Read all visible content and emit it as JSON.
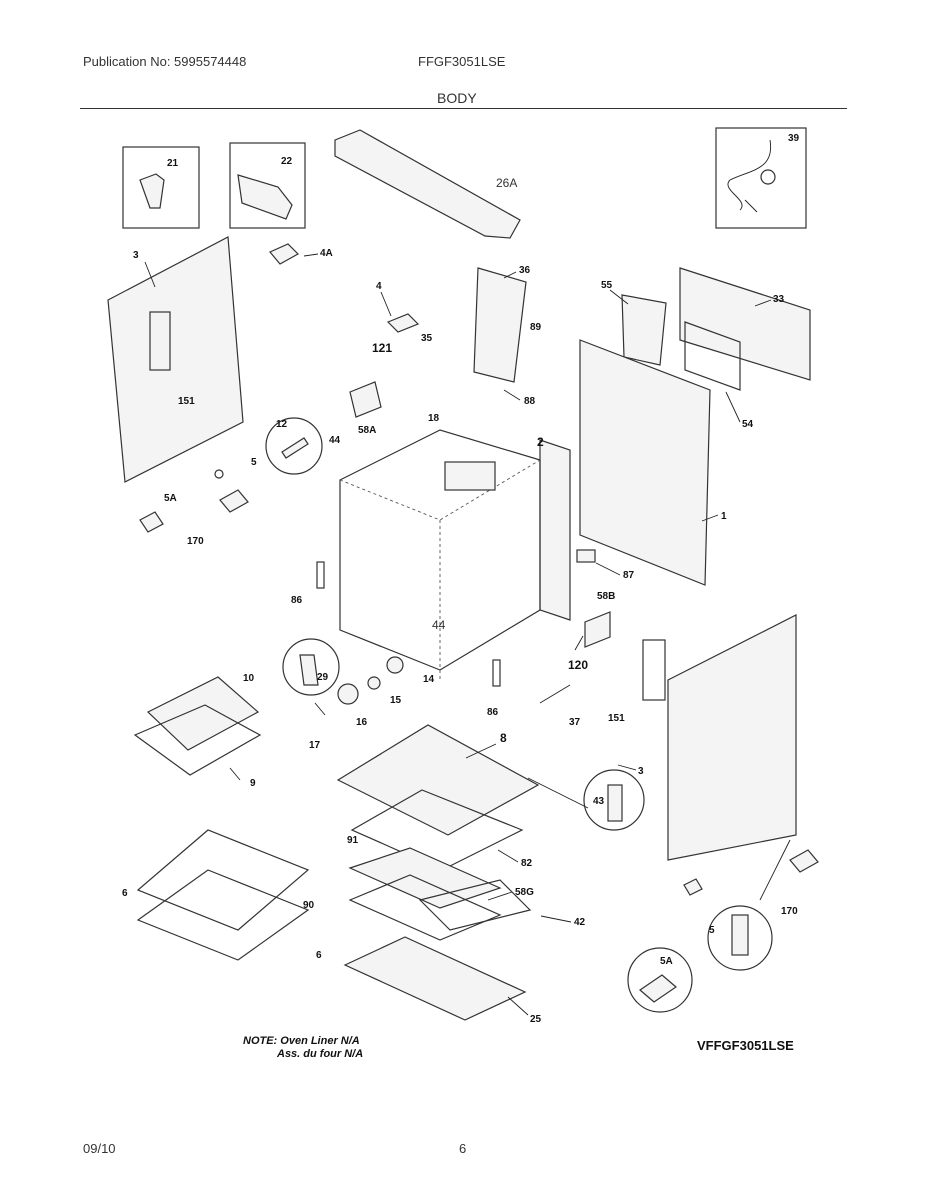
{
  "header": {
    "publication": "Publication No: 5995574448",
    "model": "FFGF3051LSE",
    "section": "BODY"
  },
  "callouts": [
    "21",
    "22",
    "26A",
    "39",
    "3",
    "4A",
    "36",
    "4",
    "55",
    "33",
    "121",
    "35",
    "89",
    "88",
    "151",
    "12",
    "44",
    "58A",
    "18",
    "2",
    "54",
    "1",
    "5",
    "5A",
    "170",
    "87",
    "86",
    "58B",
    "44",
    "120",
    "10",
    "29",
    "14",
    "15",
    "16",
    "17",
    "9",
    "3",
    "8",
    "151",
    "37",
    "86",
    "43",
    "91",
    "82",
    "6",
    "58G",
    "90",
    "42",
    "6",
    "25",
    "5",
    "5A",
    "170"
  ],
  "notes": {
    "line1": "NOTE: Oven Liner N/A",
    "line2": "Ass. du four N/A"
  },
  "variant_model": "VFFGF3051LSE",
  "footer": {
    "date": "09/10",
    "page": "6"
  },
  "colors": {
    "ink": "#333333",
    "background": "#ffffff"
  }
}
